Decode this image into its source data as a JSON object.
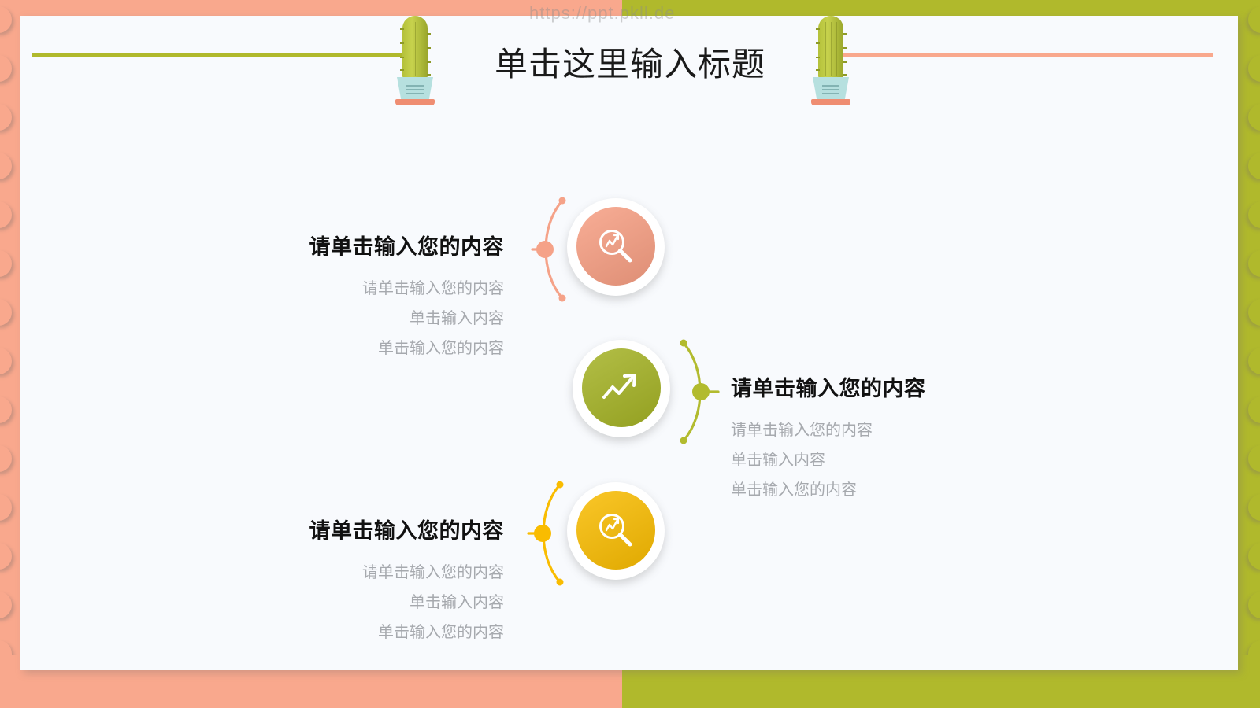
{
  "slide": {
    "title": "单击这里输入标题",
    "watermark": "https://ppt.pkll.de",
    "colors": {
      "salmon": "#f9a88d",
      "olive": "#b0b92c",
      "yellow": "#f9bc00",
      "panel": "#f8fafd",
      "heading": "#111111",
      "body": "#a6a9ae"
    }
  },
  "decorations": {
    "cactus_left_name": "cactus-plant-left",
    "cactus_right_name": "cactus-plant-right",
    "rule_left_color": "#b0b92c",
    "rule_right_color": "#f9a88d"
  },
  "items": [
    {
      "id": "item-1",
      "side": "left",
      "accent": "#f9a88d",
      "icon": "magnifier-chart-icon",
      "heading": "请单击输入您的内容",
      "lines": [
        "请单击输入您的内容",
        "单击输入内容",
        "单击输入您的内容"
      ]
    },
    {
      "id": "item-2",
      "side": "right",
      "accent": "#a4b224",
      "icon": "trending-up-arrow-icon",
      "heading": "请单击输入您的内容",
      "lines": [
        "请单击输入您的内容",
        "单击输入内容",
        "单击输入您的内容"
      ]
    },
    {
      "id": "item-3",
      "side": "left",
      "accent": "#f9bc00",
      "icon": "magnifier-chart-icon",
      "heading": "请单击输入您的内容",
      "lines": [
        "请单击输入您的内容",
        "单击输入内容",
        "单击输入您的内容"
      ]
    }
  ]
}
